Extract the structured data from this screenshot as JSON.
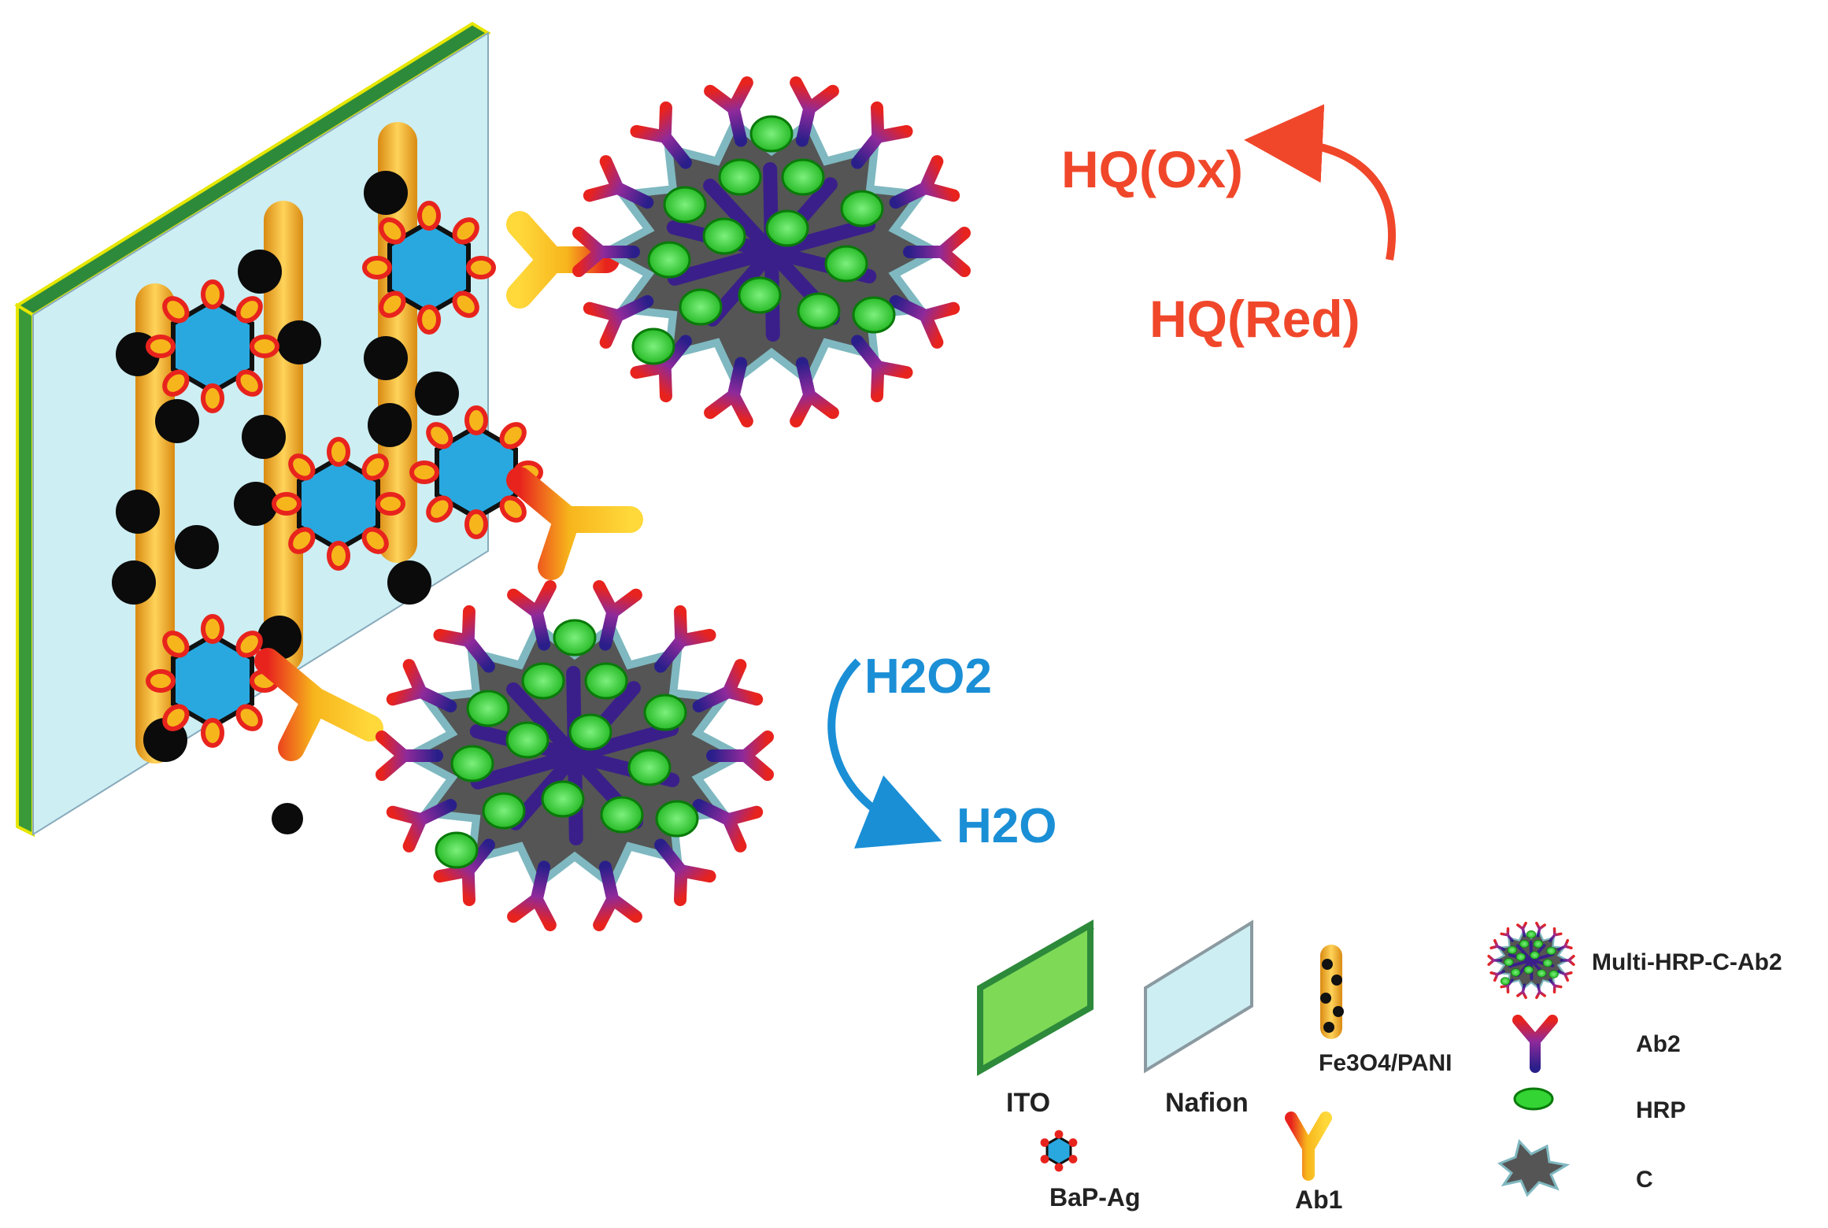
{
  "reactions": {
    "hq_ox": "HQ(Ox)",
    "hq_red": "HQ(Red)",
    "h2o2": "H2O2",
    "h2o": "H2O"
  },
  "legend": {
    "ito": "ITO",
    "nafion": "Nafion",
    "fe3o4_pani": "Fe3O4/PANI",
    "bap_ag": "BaP-Ag",
    "ab1": "Ab1",
    "multi_hrp_c_ab2": "Multi-HRP-C-Ab2",
    "ab2": "Ab2",
    "hrp": "HRP",
    "c": "C"
  },
  "colors": {
    "ito_green": "#7ed957",
    "nafion_blue": "#cdeef3",
    "pani_gold": "#f5b731",
    "bap_blue": "#29a8e0",
    "ag_red": "#e8231d",
    "ab2_purple": "#5b2a8e",
    "hrp_green": "#33d433",
    "carbon_gray": "#555555",
    "hq_text": "#f0472b",
    "h2o2_text": "#1a8fd6"
  }
}
